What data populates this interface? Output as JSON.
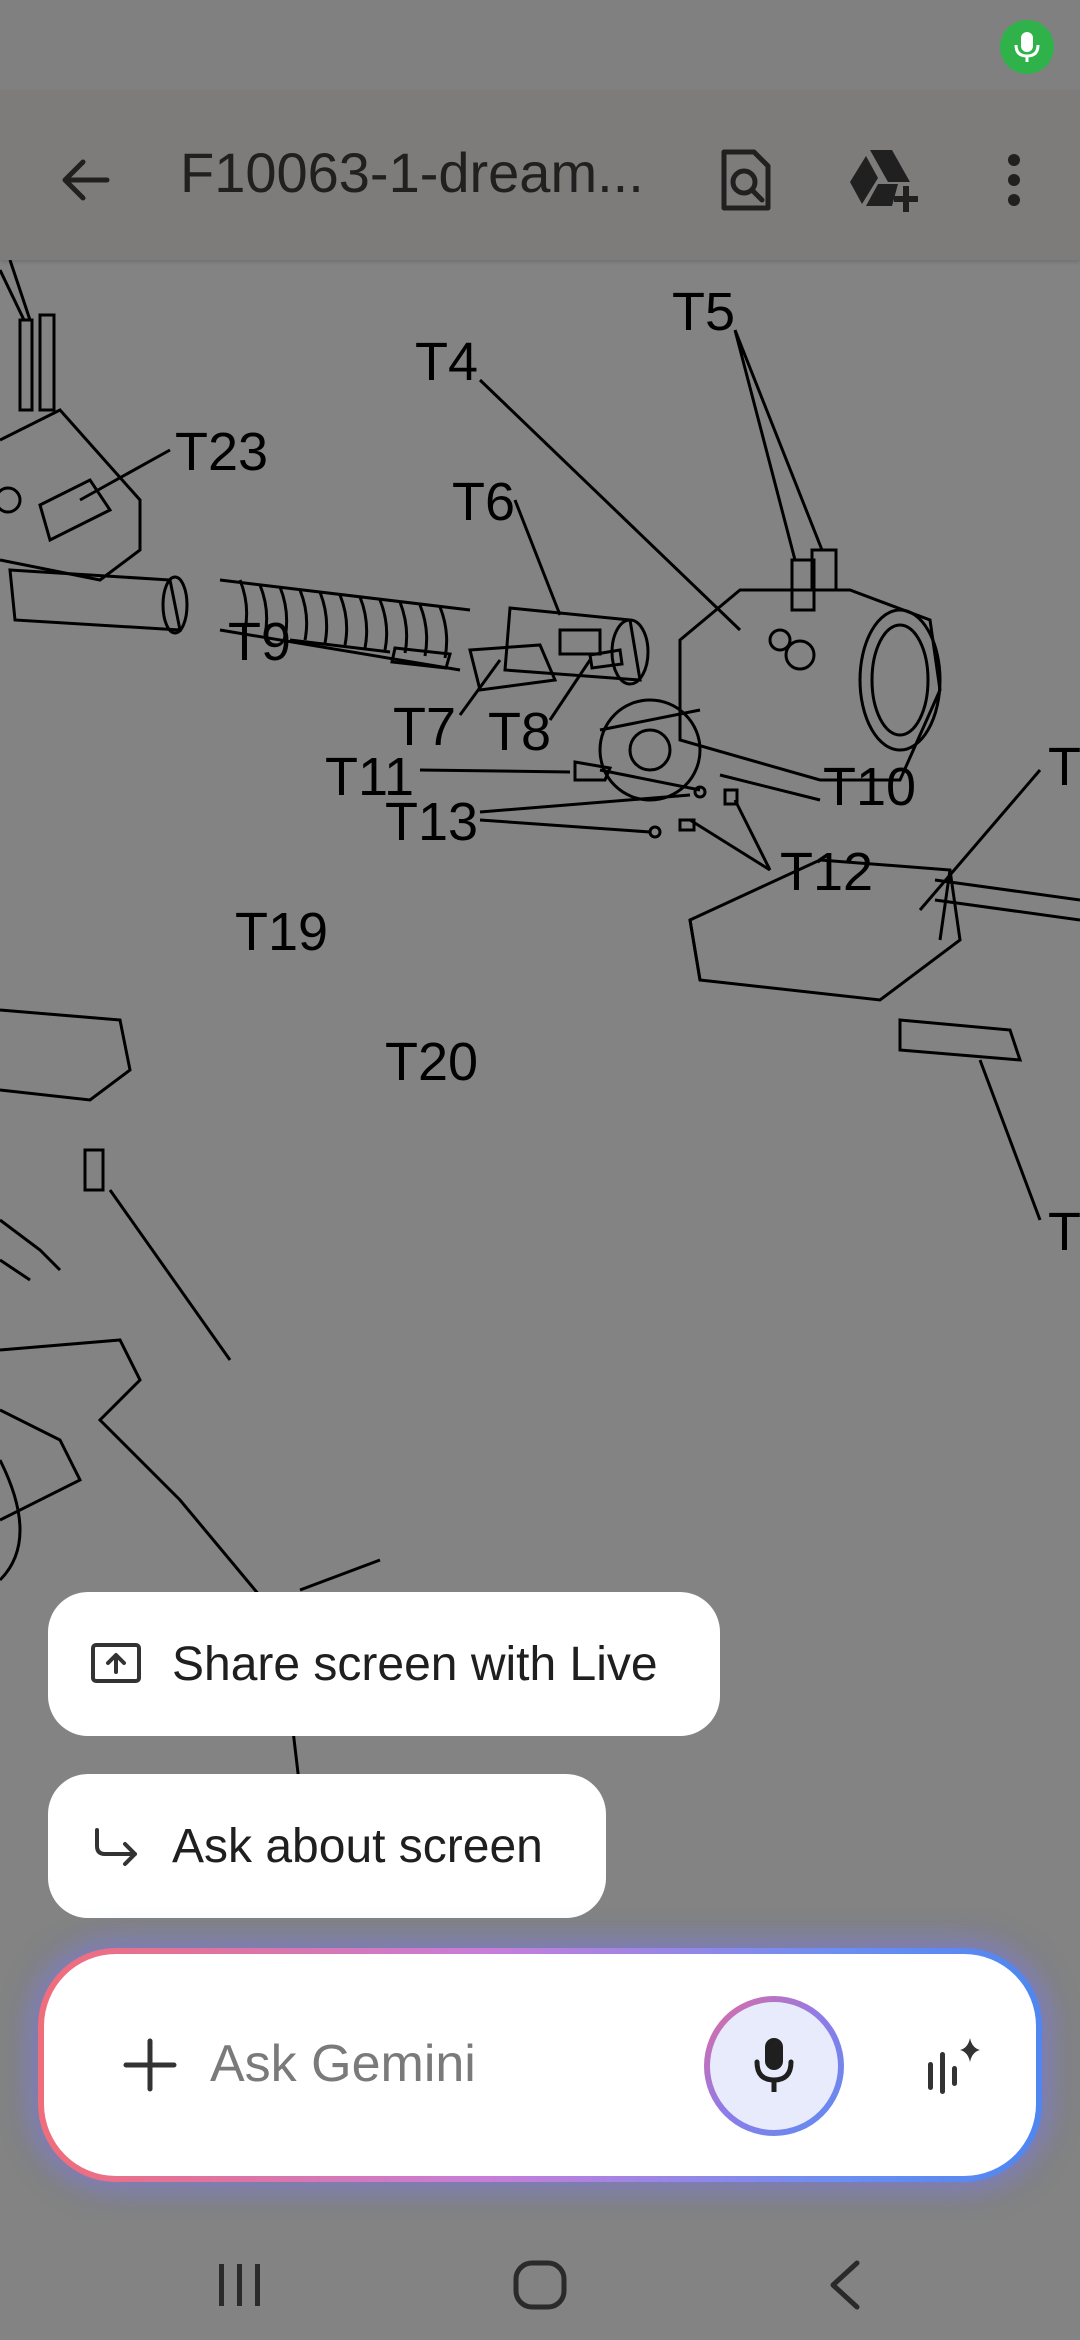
{
  "status_bar": {
    "mic_indicator": "mic-icon",
    "accent": "#2fb24a"
  },
  "app_bar": {
    "title": "F10063-1-dream...",
    "back_icon": "arrow-back-icon",
    "actions": [
      "find-in-document-icon",
      "add-to-drive-icon",
      "more-vert-icon"
    ]
  },
  "drawing": {
    "labels": [
      "T4",
      "T5",
      "T6",
      "T23",
      "T9",
      "T7",
      "T8",
      "T11",
      "T10",
      "T13",
      "T12",
      "T19",
      "T20",
      "T",
      "T"
    ]
  },
  "suggestions": {
    "share_label": "Share screen with Live",
    "ask_label": "Ask about screen"
  },
  "gemini_input": {
    "placeholder": "Ask Gemini",
    "gradient_colors": [
      "#f06d7a",
      "#c77dd9",
      "#4f86f0"
    ]
  },
  "nav": {
    "items": [
      "recents-icon",
      "home-icon",
      "back-icon"
    ]
  }
}
